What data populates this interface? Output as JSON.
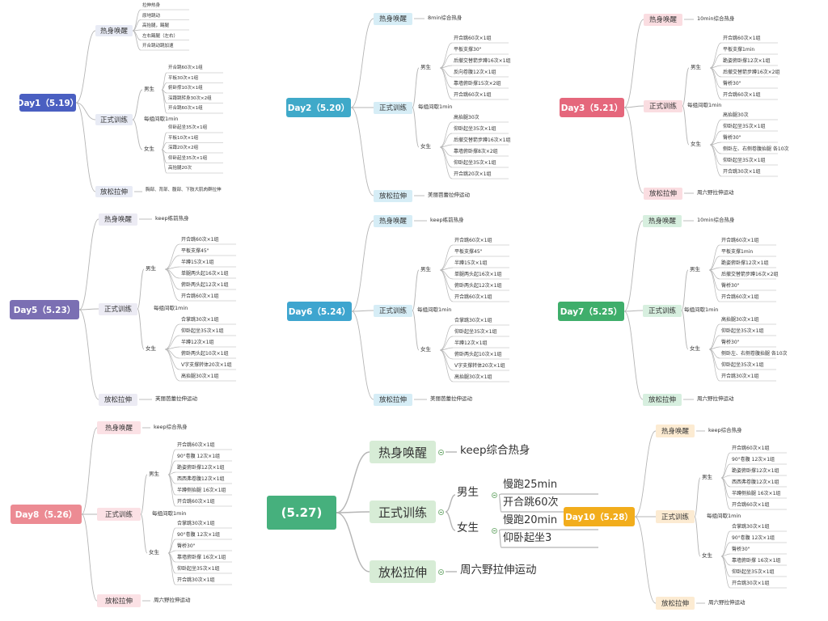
{
  "colors": {
    "day1": "#4a5fc1",
    "day2": "#3fa9c9",
    "day3": "#e5677c",
    "day5": "#7b6fb3",
    "day6": "#3ea5cf",
    "day7": "#3fae6b",
    "day8": "#ec8b93",
    "day9": "#46b07d",
    "day10": "#f2ad1c",
    "line": "#b5b5b5"
  },
  "maps": [
    {
      "root": "Day1（5.19）",
      "color": "day1",
      "branch_bg": "#e8ebf5",
      "warm": {
        "title": "热身唤醒",
        "items": [
          "拉伸热身",
          "原地跳动",
          "高抬腿，踢腿",
          "左右踢腿（左右）",
          "开合跳动跳加速"
        ]
      },
      "train": {
        "title": "正式训练",
        "interval": "每组间歇1min",
        "male": {
          "title": "男生",
          "items": [
            "开合跳60次×1组",
            "平板30次×1组",
            "俯卧撑10次×1组",
            "深蹲跳转身30次×2组",
            "开合跳60次×1组"
          ]
        },
        "female": {
          "title": "女生",
          "items": [
            "仰卧起坐35次×1组",
            "平板10次×1组",
            "深蹲20次×2组",
            "仰卧起坐35次×1组",
            "高抬腿20次"
          ]
        }
      },
      "cool": {
        "title": "放松拉伸",
        "text": "胸部、背部、腹部、下肢大肌肉群拉伸"
      }
    },
    {
      "root": "Day2（5.20）",
      "color": "day2",
      "branch_bg": "#d6edf6",
      "warm": {
        "title": "热身唤醒",
        "text": "8min综合热身"
      },
      "train": {
        "title": "正式训练",
        "interval": "每组间歇1min",
        "male": {
          "title": "男生",
          "items": [
            "开合跳60次×1组",
            "平板支撑30\"",
            "后撤交替箭步蹲16次×1组",
            "反向卷腹12次×1组",
            "靠墙俯卧撑15次×2组",
            "开合跳60次×1组"
          ]
        },
        "female": {
          "title": "女生",
          "items": [
            "高抬腿30次",
            "仰卧起坐35次×1组",
            "后撤交替箭步蹲16次×1组",
            "靠墙俯卧撑8次×2组",
            "仰卧起坐35次×1组",
            "开合跳20次×1组"
          ]
        }
      },
      "cool": {
        "title": "放松拉伸",
        "text": "美丽芭蕾拉伸运动"
      }
    },
    {
      "root": "Day3（5.21）",
      "color": "day3",
      "branch_bg": "#fadde1",
      "warm": {
        "title": "热身唤醒",
        "text": "10min综合热身"
      },
      "train": {
        "title": "正式训练",
        "interval": "每组间歇1min",
        "male": {
          "title": "男生",
          "items": [
            "开合跳60次×1组",
            "平板支撑1min",
            "跪姿俯卧撑12次×1组",
            "后撤交替箭步蹲16次×2组",
            "臀桥30\"",
            "开合跳60次×1组"
          ]
        },
        "female": {
          "title": "女生",
          "items": [
            "高抬腿30次",
            "仰卧起坐35次×1组",
            "臀桥30\"",
            "侧卧左、右侧卷腹抬腿 各10次",
            "仰卧起坐35次×1组",
            "开合跳30次×1组"
          ]
        }
      },
      "cool": {
        "title": "放松拉伸",
        "text": "周六野拉伸运动"
      }
    },
    {
      "root": "Day5（5.23）",
      "color": "day5",
      "branch_bg": "#ecebf4",
      "warm": {
        "title": "热身唤醒",
        "text": "keep练前热身"
      },
      "train": {
        "title": "正式训练",
        "interval": "每组间歇1min",
        "male": {
          "title": "男生",
          "items": [
            "开合跳60次×1组",
            "平板支撑45\"",
            "半蹲15次×1组",
            "单腿两头起16次×1组",
            "俯卧两头起12次×1组",
            "开合跳60次×1组"
          ]
        },
        "female": {
          "title": "女生",
          "items": [
            "合掌跳30次×1组",
            "仰卧起坐35次×1组",
            "半蹲12次×1组",
            "俯卧两头起10次×1组",
            "V字支撑转体20次×1组",
            "高抬腿30次×1组"
          ]
        }
      },
      "cool": {
        "title": "放松拉伸",
        "text": "芙丽芭蕾拉伸运动"
      }
    },
    {
      "root": "Day6（5.24）",
      "color": "day6",
      "branch_bg": "#d6edf6",
      "warm": {
        "title": "热身唤醒",
        "text": "keep练前热身"
      },
      "train": {
        "title": "正式训练",
        "interval": "每组间歇1min",
        "male": {
          "title": "男生",
          "items": [
            "开合跳60次×1组",
            "平板支撑45\"",
            "半蹲15次×1组",
            "单腿两头起16次×1组",
            "俯卧两头起12次×1组",
            "开合跳60次×1组"
          ]
        },
        "female": {
          "title": "女生",
          "items": [
            "合掌跳30次×1组",
            "仰卧起坐35次×1组",
            "半蹲12次×1组",
            "俯卧两头起10次×1组",
            "V字支撑转体20次×1组",
            "高抬腿30次×1组"
          ]
        }
      },
      "cool": {
        "title": "放松拉伸",
        "text": "美丽芭蕾拉伸运动"
      }
    },
    {
      "root": "Day7（5.25）",
      "color": "day7",
      "branch_bg": "#d7efdf",
      "warm": {
        "title": "热身唤醒",
        "text": "10min综合热身"
      },
      "train": {
        "title": "正式训练",
        "interval": "每组间歇1min",
        "male": {
          "title": "男生",
          "items": [
            "开合跳60次×1组",
            "平板支撑1min",
            "跪姿俯卧撑12次×1组",
            "后撤交替箭步蹲16次×2组",
            "臀桥30\"",
            "开合跳60次×1组"
          ]
        },
        "female": {
          "title": "女生",
          "items": [
            "高抬腿30次×1组",
            "仰卧起坐35次×1组",
            "臀桥30\"",
            "侧卧左、右侧卷腹抬腿 各10次",
            "仰卧起坐35次×1组",
            "开合跳30次×1组"
          ]
        }
      },
      "cool": {
        "title": "放松拉伸",
        "text": "周六野拉伸运动"
      }
    },
    {
      "root": "Day8（5.26）",
      "color": "day8",
      "branch_bg": "#fbe1e5",
      "warm": {
        "title": "热身唤醒",
        "text": "keep综合热身"
      },
      "train": {
        "title": "正式训练",
        "interval": "每组间歇1min",
        "male": {
          "title": "男生",
          "items": [
            "开合跳60次×1组",
            "90°卷腹 12次×1组",
            "跪姿俯卧撑12次×1组",
            "西西弗卷腹12次×1组",
            "半蹲侧抬腿 16次×1组",
            "开合跳60次×1组"
          ]
        },
        "female": {
          "title": "女生",
          "items": [
            "合掌跳30次×1组",
            "90°卷腹 12次×1组",
            "臀桥30\"",
            "靠墙俯卧撑 16次×1组",
            "仰卧起坐35次×1组",
            "开合跳30次×1组"
          ]
        }
      },
      "cool": {
        "title": "放松拉伸",
        "text": "周六野拉伸运动"
      }
    },
    {
      "root": "(5.27)",
      "color": "day9",
      "branch_bg": "#d7ecd6",
      "big": true,
      "warm": {
        "title": "热身唤醒",
        "text": "keep综合热身"
      },
      "train": {
        "title": "正式训练",
        "male": {
          "title": "男生",
          "items": [
            "慢跑25min",
            "开合跳60次"
          ]
        },
        "female": {
          "title": "女生",
          "items": [
            "慢跑20min",
            "仰卧起坐3"
          ]
        }
      },
      "cool": {
        "title": "放松拉伸",
        "text": "周六野拉伸运动"
      }
    },
    {
      "root": "Day10（5.28）",
      "color": "day10",
      "branch_bg": "#fcebd2",
      "warm": {
        "title": "热身唤醒",
        "text": "keep综合热身"
      },
      "train": {
        "title": "正式训练",
        "interval": "每组间歇1min",
        "male": {
          "title": "男生",
          "items": [
            "开合跳60次×1组",
            "90°卷腹 12次×1组",
            "跪姿俯卧撑12次×1组",
            "西西弗卷腹12次×1组",
            "半蹲侧抬腿 16次×1组",
            "开合跳60次×1组"
          ]
        },
        "female": {
          "title": "女生",
          "items": [
            "合掌跳30次×1组",
            "90°卷腹 12次×1组",
            "臀桥30\"",
            "靠墙俯卧撑 16次×1组",
            "仰卧起坐35次×1组",
            "开合跳30次×1组"
          ]
        }
      },
      "cool": {
        "title": "放松拉伸",
        "text": "周六野拉伸运动"
      }
    }
  ]
}
